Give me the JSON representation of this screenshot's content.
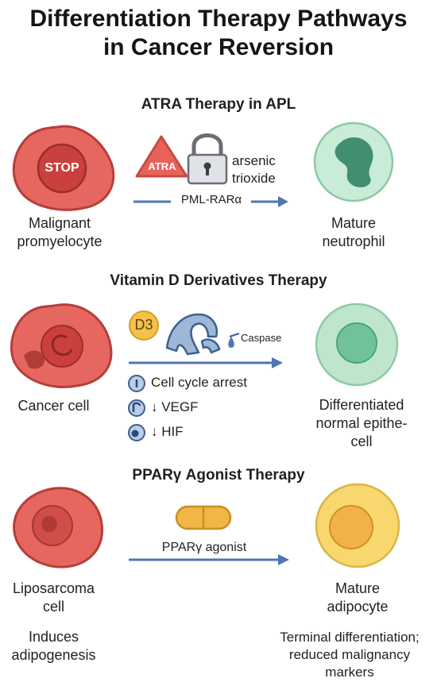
{
  "title_line1": "Differentiation Therapy Pathways",
  "title_line2": "in Cancer Reversion",
  "sections": [
    {
      "title": "ATRA Therapy in APL",
      "source_label_1": "Malignant",
      "source_label_2": "promyelocyte",
      "stop_label": "STOP",
      "drug_1": "ATRA",
      "drug_2_line1": "arsenic",
      "drug_2_line2": "trioxide",
      "arrow_label": "PML-RARα",
      "target_label_1": "Mature",
      "target_label_2": "neutrophil"
    },
    {
      "title": "Vitamin D Derivatives Therapy",
      "source_label": "Cancer cell",
      "d3_label": "D3",
      "caspase_label": "Caspase",
      "effects": [
        "Cell cycle arrest",
        "↓ VEGF",
        "↓ HIF"
      ],
      "target_label_1": "Differentiated",
      "target_label_2": "normal epithe-",
      "target_label_3": "cell"
    },
    {
      "title": "PPARγ Agonist Therapy",
      "source_label_1": "Liposarcoma",
      "source_label_2": "cell",
      "source_note_1": "Induces",
      "source_note_2": "adipogenesis",
      "arrow_label": "PPARγ agonist",
      "target_label_1": "Mature",
      "target_label_2": "adipocyte",
      "target_note_1": "Terminal differentiation;",
      "target_note_2": "reduced malignancy",
      "target_note_3": "markers"
    }
  ],
  "colors": {
    "malignant_fill": "#e5675f",
    "malignant_stroke": "#b63e39",
    "neutrophil_fill": "#c8ecd6",
    "neutrophil_nucleus": "#3f8f70",
    "epithelial_fill": "#bfe6cc",
    "epithelial_nucleus": "#6fc299",
    "adipocyte_fill": "#f8d86e",
    "adipocyte_nucleus": "#f2b24a",
    "arrow": "#4f76b3"
  },
  "icons": [
    "stop-sign-icon",
    "padlock-icon",
    "vitamin-d3-icon",
    "receptor-icon",
    "caspase-icon",
    "cell-cycle-icon",
    "vegf-icon",
    "hif-icon",
    "capsule-icon"
  ]
}
